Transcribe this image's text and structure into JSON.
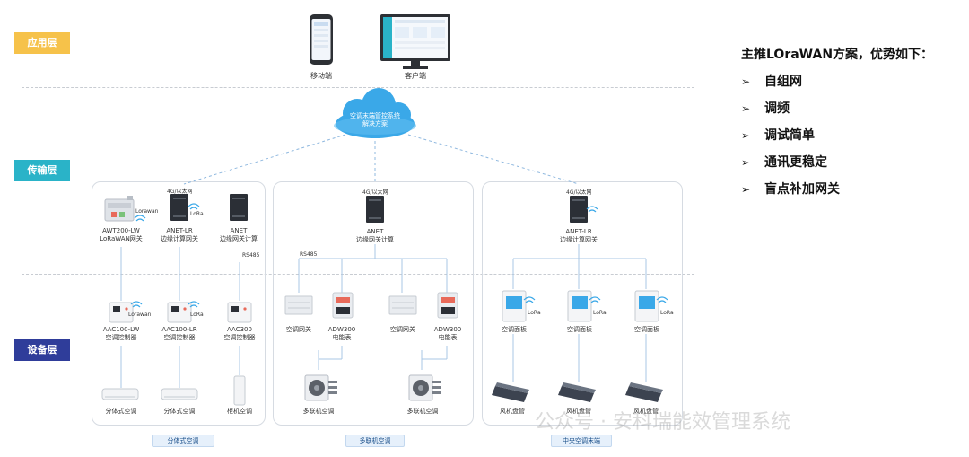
{
  "layers": [
    {
      "label": "应用层",
      "color": "#f6c24a"
    },
    {
      "label": "传输层",
      "color": "#2ab3c8"
    },
    {
      "label": "设备层",
      "color": "#2f3d9a"
    }
  ],
  "app": {
    "mobile_label": "移动端",
    "client_label": "客户端"
  },
  "cloud": {
    "line1": "空调末端管控系统",
    "line2": "解决方案"
  },
  "groups": [
    {
      "footer": "分体式空调",
      "gateways": [
        {
          "line1": "AWT200-LW",
          "line2": "LoRaWAN网关",
          "badge": "Lorawan"
        },
        {
          "line1": "ANET-LR",
          "line2": "边缘计算网关",
          "badge": "LoRa",
          "top": "4G/以太网"
        },
        {
          "line1": "ANET",
          "line2": "边缘网关计算",
          "bus": "RS485"
        }
      ],
      "controllers": [
        {
          "line1": "AAC100-LW",
          "line2": "空调控制器",
          "badge": "Lorawan"
        },
        {
          "line1": "AAC100-LR",
          "line2": "空调控制器",
          "badge": "LoRa"
        },
        {
          "line1": "AAC300",
          "line2": "空调控制器"
        }
      ],
      "units": [
        "分体式空调",
        "分体式空调",
        "柜机空调"
      ]
    },
    {
      "footer": "多联机空调",
      "gateway": {
        "line1": "ANET",
        "line2": "边缘网关计算",
        "top": "4G/以太网",
        "bus": "RS485"
      },
      "devices": [
        {
          "line1": "空调网关"
        },
        {
          "line1": "ADW300",
          "line2": "电能表"
        },
        {
          "line1": "空调网关"
        },
        {
          "line1": "ADW300",
          "line2": "电能表"
        }
      ],
      "units": [
        "多联机空调",
        "多联机空调"
      ]
    },
    {
      "footer": "中央空调末端",
      "gateway": {
        "line1": "ANET-LR",
        "line2": "边缘计算网关",
        "top": "4G/以太网"
      },
      "panels": [
        {
          "label": "空调面板",
          "badge": "LoRa"
        },
        {
          "label": "空调面板",
          "badge": "LoRa"
        },
        {
          "label": "空调面板",
          "badge": "LoRa"
        }
      ],
      "units": [
        "风机盘管",
        "风机盘管",
        "风机盘管"
      ]
    }
  ],
  "advantages": {
    "title": "主推LOraWAN方案，优势如下：",
    "items": [
      "自组网",
      "调频",
      "调试简单",
      "通讯更稳定",
      "盲点补加网关"
    ]
  },
  "watermark": "公众号 · 安科瑞能效管理系统",
  "colors": {
    "line": "#8fb8df",
    "device_dark": "#2b2f36",
    "cloud": "#3aa8e8"
  }
}
